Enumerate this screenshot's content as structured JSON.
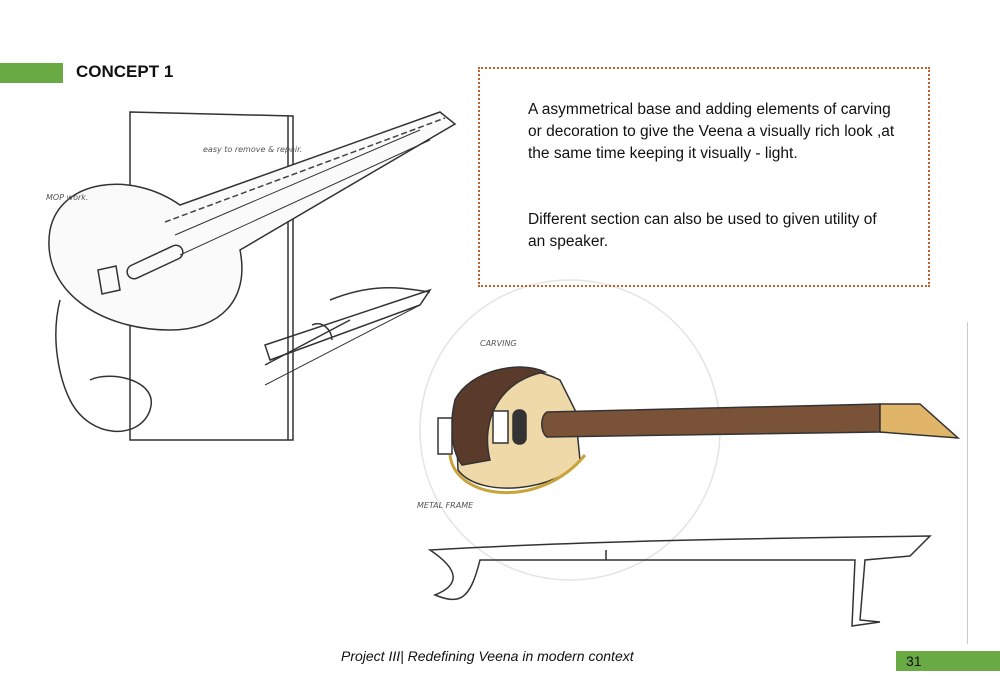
{
  "header": {
    "title": "CONCEPT 1"
  },
  "description": {
    "paragraph1": "A asymmetrical base and adding elements of carving or decoration to give the Veena a visually rich look ,at the same time keeping it visually - light.",
    "paragraph2": "Different section can also be used to given utility of an speaker."
  },
  "sketch1": {
    "note_repair": "easy to remove & repair.",
    "note_mop": "MOP work."
  },
  "sketch2": {
    "note_carving": "CARVING",
    "note_frame": "METAL FRAME"
  },
  "footer": {
    "project": "Project III| Redefining Veena in modern context",
    "page_number": "31"
  },
  "colors": {
    "accent": "#6aaa45",
    "border": "#c0602a"
  }
}
